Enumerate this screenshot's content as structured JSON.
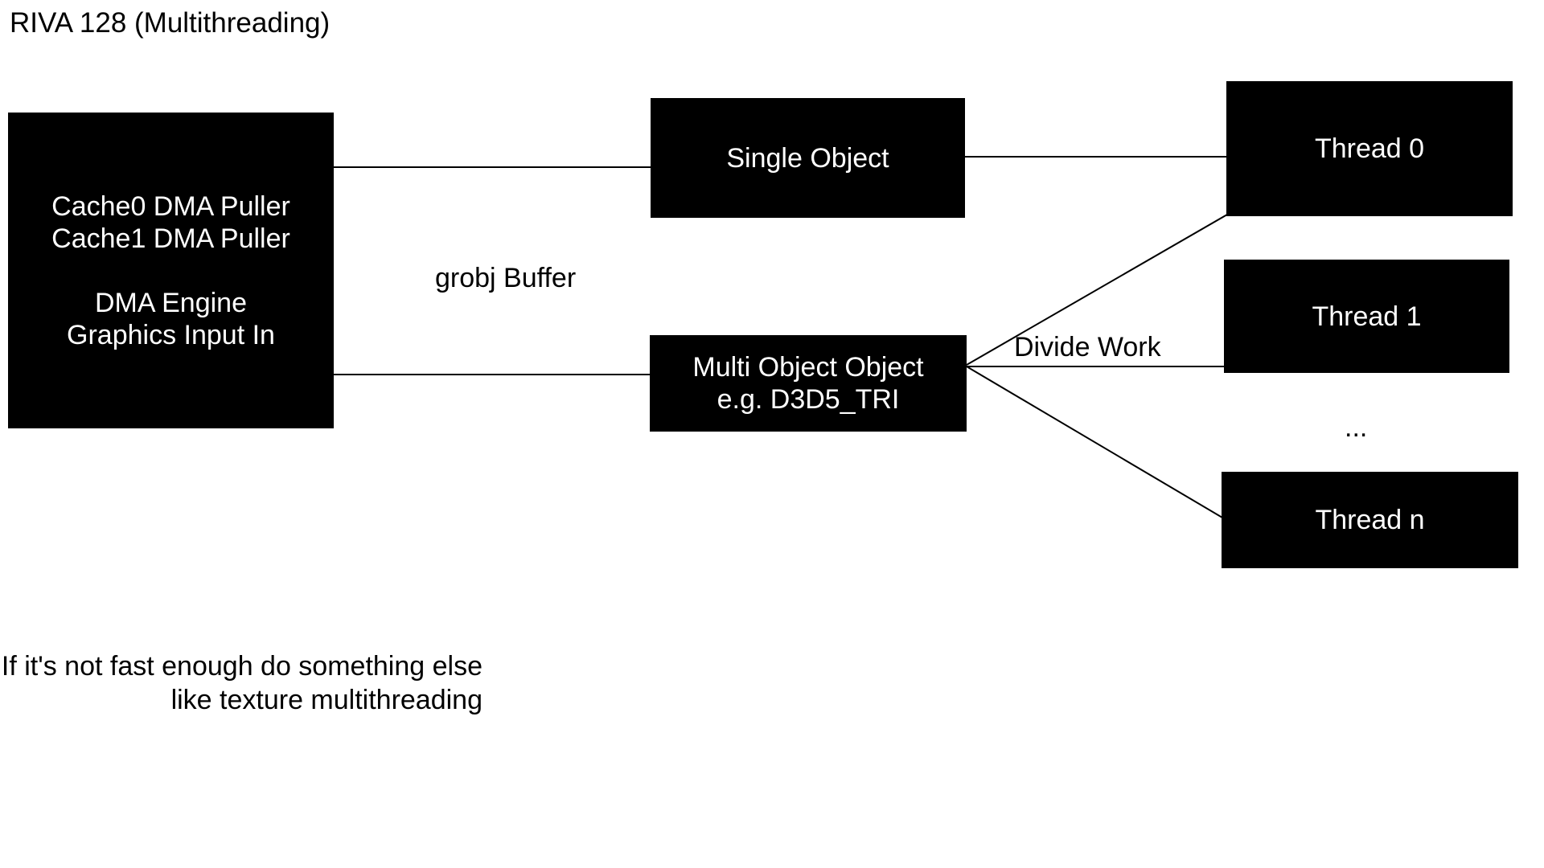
{
  "title": "RIVA 128 (Multithreading)",
  "diagram": {
    "nodes": {
      "dma_block": {
        "label": "Cache0 DMA Puller\nCache1 DMA Puller\n\nDMA Engine\nGraphics Input In"
      },
      "single_object": {
        "label": "Single Object"
      },
      "multi_object": {
        "label": "Multi Object Object\ne.g. D3D5_TRI"
      },
      "thread0": {
        "label": "Thread 0"
      },
      "thread1": {
        "label": "Thread 1"
      },
      "thread_ellipsis": {
        "label": "..."
      },
      "threadn": {
        "label": "Thread n"
      }
    },
    "edge_labels": {
      "grobj_buffer": "grobj Buffer",
      "divide_work": "Divide Work"
    },
    "connections": [
      {
        "from": "dma_block",
        "to": "single_object",
        "label": "grobj Buffer"
      },
      {
        "from": "dma_block",
        "to": "multi_object",
        "label": "grobj Buffer"
      },
      {
        "from": "single_object",
        "to": "thread0",
        "label": ""
      },
      {
        "from": "multi_object",
        "to": "thread0",
        "label": "Divide Work"
      },
      {
        "from": "multi_object",
        "to": "thread1",
        "label": "Divide Work"
      },
      {
        "from": "multi_object",
        "to": "threadn",
        "label": "Divide Work"
      }
    ],
    "note": "If it's not fast enough do something else\nlike texture multithreading",
    "colors": {
      "background": "#ffffff",
      "node_fill": "#000000",
      "node_text": "#ffffff",
      "line": "#000000",
      "text": "#000000"
    }
  }
}
